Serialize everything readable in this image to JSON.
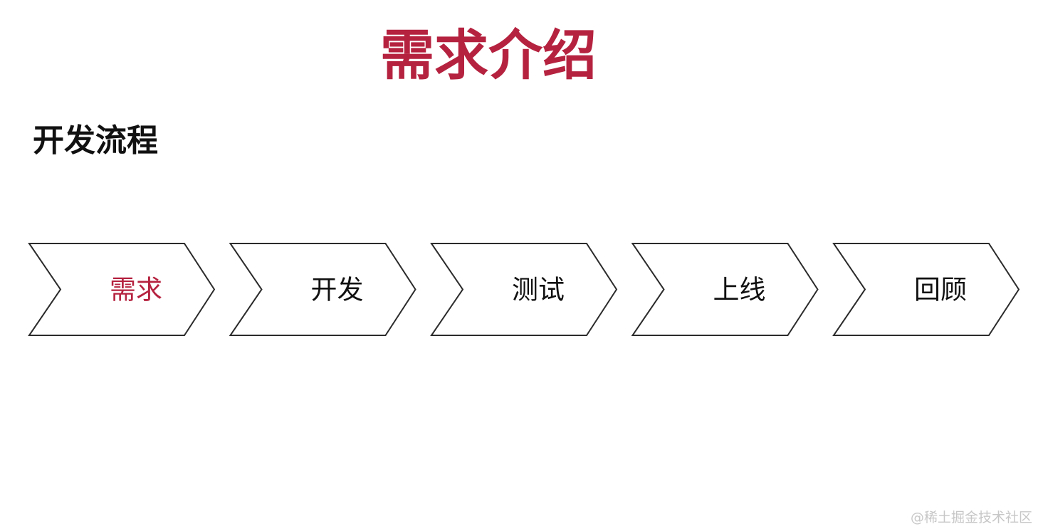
{
  "title": "需求介绍",
  "subtitle": "开发流程",
  "colors": {
    "accent": "#b5223f",
    "text": "#111111",
    "outline": "#2b2b2b"
  },
  "steps": [
    {
      "label": "需求",
      "active": true
    },
    {
      "label": "开发",
      "active": false
    },
    {
      "label": "测试",
      "active": false
    },
    {
      "label": "上线",
      "active": false
    },
    {
      "label": "回顾",
      "active": false
    }
  ],
  "watermark": "@稀土掘金技术社区"
}
